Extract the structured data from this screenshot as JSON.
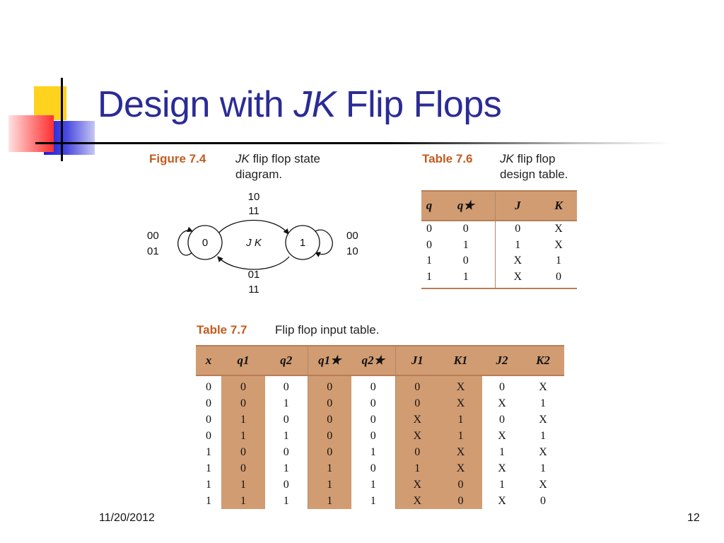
{
  "slide": {
    "title_pre": "Design with ",
    "title_em": "JK",
    "title_post": " Flip Flops",
    "date": "11/20/2012",
    "page_number": "12"
  },
  "figure": {
    "label": "Figure 7.4",
    "caption_em": "JK",
    "caption_line1": " flip flop state",
    "caption_line2": "diagram.",
    "states": [
      "0",
      "1"
    ],
    "center_label": "J K",
    "top_arc": [
      "10",
      "11"
    ],
    "bottom_arc": [
      "01",
      "11"
    ],
    "left_loop": [
      "00",
      "01"
    ],
    "right_loop": [
      "00",
      "10"
    ]
  },
  "table76": {
    "label": "Table 7.6",
    "caption_em": "JK",
    "caption_line1": " flip flop",
    "caption_line2": "design table.",
    "headers": [
      "q",
      "q★",
      "J",
      "K"
    ],
    "rows": [
      [
        "0",
        "0",
        "0",
        "X"
      ],
      [
        "0",
        "1",
        "1",
        "X"
      ],
      [
        "1",
        "0",
        "X",
        "1"
      ],
      [
        "1",
        "1",
        "X",
        "0"
      ]
    ]
  },
  "table77": {
    "label": "Table 7.7",
    "caption": "Flip flop input table.",
    "headers": [
      "x",
      "q1",
      "q2",
      "q1★",
      "q2★",
      "J1",
      "K1",
      "J2",
      "K2"
    ],
    "rows": [
      [
        "0",
        "0",
        "0",
        "0",
        "0",
        "0",
        "X",
        "0",
        "X"
      ],
      [
        "0",
        "0",
        "1",
        "0",
        "0",
        "0",
        "X",
        "X",
        "1"
      ],
      [
        "0",
        "1",
        "0",
        "0",
        "0",
        "X",
        "1",
        "0",
        "X"
      ],
      [
        "0",
        "1",
        "1",
        "0",
        "0",
        "X",
        "1",
        "X",
        "1"
      ],
      [
        "1",
        "0",
        "0",
        "0",
        "1",
        "0",
        "X",
        "1",
        "X"
      ],
      [
        "1",
        "0",
        "1",
        "1",
        "0",
        "1",
        "X",
        "X",
        "1"
      ],
      [
        "1",
        "1",
        "0",
        "1",
        "1",
        "X",
        "0",
        "1",
        "X"
      ],
      [
        "1",
        "1",
        "1",
        "1",
        "1",
        "X",
        "0",
        "X",
        "0"
      ]
    ]
  }
}
